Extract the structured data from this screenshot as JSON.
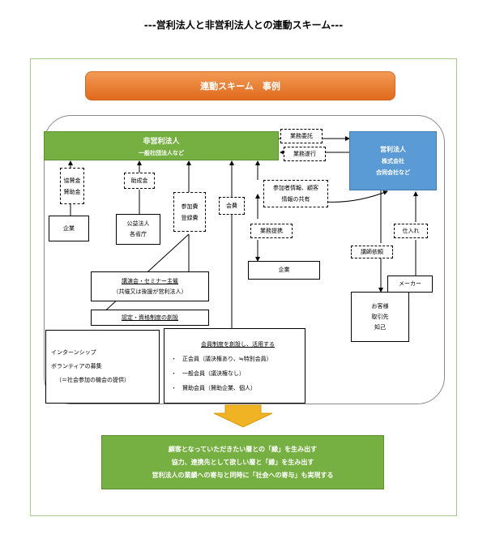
{
  "title": "---営利法人と非営利法人との連動スキーム---",
  "banner": "連動スキーム　事例",
  "nonprofit": {
    "name": "非営利法人",
    "sub": "一般社団法人など"
  },
  "forprofit": {
    "name": "営利法人",
    "sub1": "株式会社",
    "sub2": "合同会社など"
  },
  "links": {
    "outsourcing": "業務委託",
    "execution": "業務遂行",
    "partnership": "業務提携",
    "purchasing": "仕入れ",
    "lecture_request": "講師依頼"
  },
  "sharing": {
    "line1": "参加者情報、顧客",
    "line2": "情報の共有"
  },
  "sponsor_fee": {
    "line1": "協賛金",
    "line2": "賛助金"
  },
  "subsidy": "助成金",
  "participation_fee": {
    "line1": "参加費",
    "line2": "登録費"
  },
  "membership_fee": "会費",
  "company_left": "企業",
  "public_org": {
    "line1": "公益法人",
    "line2": "各省庁"
  },
  "company_mid": "企業",
  "maker": "メーカー",
  "customers": {
    "line1": "お客様",
    "line2": "取引先",
    "line3": "知己"
  },
  "seminar": {
    "line1": "講演会・セミナー主催",
    "line2": "（共催又は後援が営利法人）"
  },
  "certification": "認定・資格制度の創設",
  "intern": {
    "line1": "インターンシップ",
    "line2": "ボランティアの募集",
    "line3": "（＝社会参加の機会の提供）"
  },
  "membership": {
    "heading": "会員制度を創設し、活用する",
    "items": [
      "・　正会員（議決権あり、≒特別会員）",
      "・　一般会員（議決権なし）",
      "・　賛助会員（賛助企業、個人）"
    ]
  },
  "outcome": {
    "line1": "顧客となっていただきたい層との「縁」を生み出す",
    "line2": "協力、連携先として欲しい層と「縁」を生み出す",
    "line3": "営利法人の業績への寄与と同時に「社会への寄与」も実現する"
  },
  "colors": {
    "orange": "#e97b2e",
    "green": "#77b042",
    "blue": "#5b9bd5",
    "arrow": "#f0b323"
  }
}
